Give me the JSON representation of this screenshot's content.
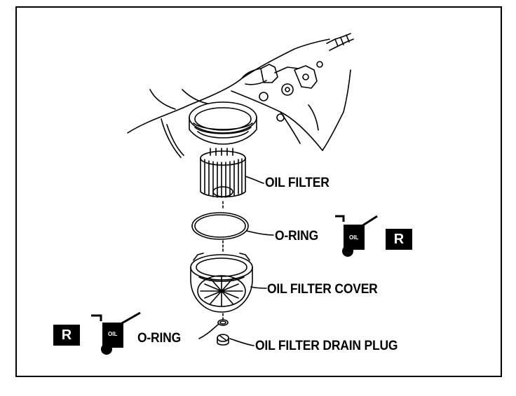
{
  "labels": {
    "oil_filter": "OIL FILTER",
    "o_ring_upper": "O-RING",
    "oil_filter_cover": "OIL FILTER COVER",
    "o_ring_lower": "O-RING",
    "drain_plug": "OIL FILTER DRAIN PLUG"
  },
  "badges": {
    "replace_upper": "R",
    "replace_lower": "R"
  },
  "oil_can": {
    "text_upper": "OIL",
    "text_lower": "OIL"
  },
  "icons": [
    "oil-can-icon",
    "replace-badge"
  ],
  "colors": {
    "ink": "#000000",
    "paper": "#ffffff"
  }
}
